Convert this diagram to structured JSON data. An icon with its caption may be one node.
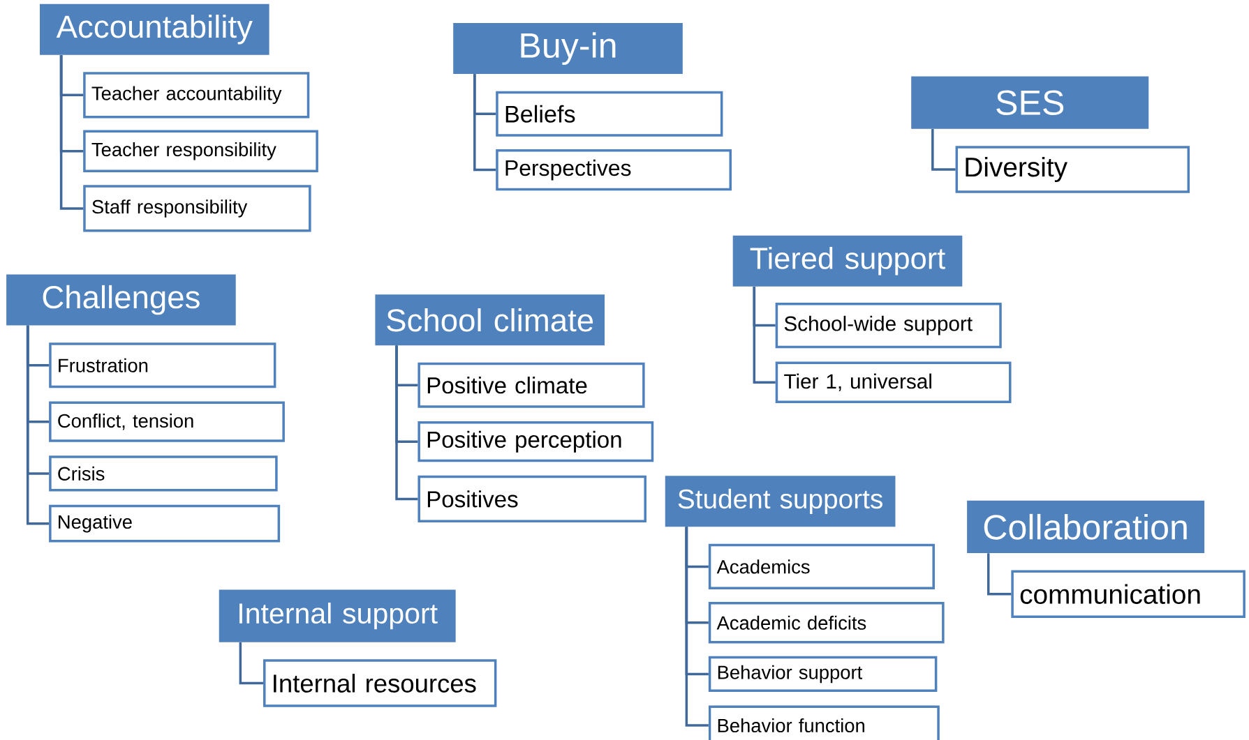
{
  "diagram": {
    "nodes": [
      {
        "text": [
          "Accountability"
        ]
      },
      {
        "text": [
          "Teacher accountability"
        ]
      },
      {
        "text": [
          "Teacher responsibility"
        ]
      },
      {
        "text": [
          "Staff responsibility"
        ]
      },
      {
        "text": [
          "Buy-in"
        ]
      },
      {
        "text": [
          "Beliefs"
        ]
      },
      {
        "text": [
          "Perspectives"
        ]
      },
      {
        "text": [
          "SES"
        ]
      },
      {
        "text": [
          "Diversity"
        ]
      },
      {
        "text": [
          "Challenges"
        ]
      },
      {
        "text": [
          "Frustration"
        ]
      },
      {
        "text": [
          "Conflict, tension"
        ]
      },
      {
        "text": [
          "Crisis"
        ]
      },
      {
        "text": [
          "Negative"
        ]
      },
      {
        "text": [
          "School climate"
        ]
      },
      {
        "text": [
          "Positive climate"
        ]
      },
      {
        "text": [
          "Positive perception"
        ]
      },
      {
        "text": [
          "Positives"
        ]
      },
      {
        "text": [
          "Tiered support"
        ]
      },
      {
        "text": [
          "School-wide support"
        ]
      },
      {
        "text": [
          "Tier 1, universal"
        ]
      },
      {
        "text": [
          "Student supports"
        ]
      },
      {
        "text": [
          "Academics"
        ]
      },
      {
        "text": [
          "Academic deficits"
        ]
      },
      {
        "text": [
          "Behavior support"
        ]
      },
      {
        "text": [
          "Behavior function"
        ]
      },
      {
        "text": [
          "Collaboration"
        ]
      },
      {
        "text": [
          "communication"
        ]
      },
      {
        "text": [
          "Internal support"
        ]
      },
      {
        "text": [
          "Internal resources"
        ]
      }
    ],
    "edges": [
      {
        "from": 0,
        "to": 1,
        "arrow": "none"
      },
      {
        "from": 0,
        "to": 2,
        "arrow": "none"
      },
      {
        "from": 0,
        "to": 3,
        "arrow": "none"
      },
      {
        "from": 4,
        "to": 5,
        "arrow": "none"
      },
      {
        "from": 4,
        "to": 6,
        "arrow": "none"
      },
      {
        "from": 7,
        "to": 8,
        "arrow": "none"
      },
      {
        "from": 9,
        "to": 10,
        "arrow": "none"
      },
      {
        "from": 9,
        "to": 11,
        "arrow": "none"
      },
      {
        "from": 9,
        "to": 12,
        "arrow": "none"
      },
      {
        "from": 9,
        "to": 13,
        "arrow": "none"
      },
      {
        "from": 14,
        "to": 15,
        "arrow": "none"
      },
      {
        "from": 14,
        "to": 16,
        "arrow": "none"
      },
      {
        "from": 14,
        "to": 17,
        "arrow": "none"
      },
      {
        "from": 18,
        "to": 19,
        "arrow": "none"
      },
      {
        "from": 18,
        "to": 20,
        "arrow": "none"
      },
      {
        "from": 21,
        "to": 22,
        "arrow": "none"
      },
      {
        "from": 21,
        "to": 23,
        "arrow": "none"
      },
      {
        "from": 21,
        "to": 24,
        "arrow": "none"
      },
      {
        "from": 21,
        "to": 25,
        "arrow": "none"
      },
      {
        "from": 26,
        "to": 27,
        "arrow": "none"
      },
      {
        "from": 28,
        "to": 29,
        "arrow": "none"
      }
    ]
  }
}
